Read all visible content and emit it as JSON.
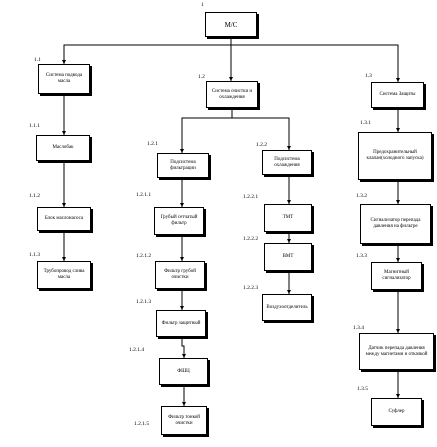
{
  "nodes": {
    "root": {
      "num": "1",
      "label": "М/С"
    },
    "n1_1": {
      "num": "1.1",
      "label": "Система подвода масла"
    },
    "n1_2": {
      "num": "1.2",
      "label": "Система очистки и охлаждения"
    },
    "n1_3": {
      "num": "1.3",
      "label": "Система Защиты"
    },
    "n1_1_1": {
      "num": "1.1.1",
      "label": "Маслобак"
    },
    "n1_1_2": {
      "num": "1.1.2",
      "label": "Блок маслонасоса"
    },
    "n1_1_3": {
      "num": "1.1.3",
      "label": "Трубопровод слива масла"
    },
    "n1_2_1": {
      "num": "1.2.1",
      "label": "Подсистема фильтрации"
    },
    "n1_2_2": {
      "num": "1.2.2",
      "label": "Подсистема охлаждения"
    },
    "n1_2_1_1": {
      "num": "1.2.1.1",
      "label": "Грубый сетчатый фильтр"
    },
    "n1_2_1_2": {
      "num": "1.2.1.2",
      "label": "Фильтр грубой очистки"
    },
    "n1_2_1_3": {
      "num": "1.2.1.3",
      "label": "Фильтр защитный"
    },
    "n1_2_1_4": {
      "num": "1.2.1.4",
      "label": "ФШЦ"
    },
    "n1_2_1_5": {
      "num": "1.2.1.5",
      "label": "Фильтр тонкой очистки"
    },
    "n1_2_2_1": {
      "num": "1.2.2.1",
      "label": "ТМТ"
    },
    "n1_2_2_2": {
      "num": "1.2.2.2",
      "label": "ВМТ"
    },
    "n1_2_2_3": {
      "num": "1.2.2.3",
      "label": "Воздухоотделитель"
    },
    "n1_3_1": {
      "num": "1.3.1",
      "label": "Предохранительный клапан(холодного запуска)"
    },
    "n1_3_2": {
      "num": "1.3.2",
      "label": "Сигнализатор перепада давления на фильтре"
    },
    "n1_3_3": {
      "num": "1.3.3",
      "label": "Магнитный сигнализатор"
    },
    "n1_3_4": {
      "num": "1.3.4",
      "label": "Датчик перепада давления между магнетами и откачкой"
    },
    "n1_3_5": {
      "num": "1.3.5",
      "label": "Суфлер"
    }
  }
}
